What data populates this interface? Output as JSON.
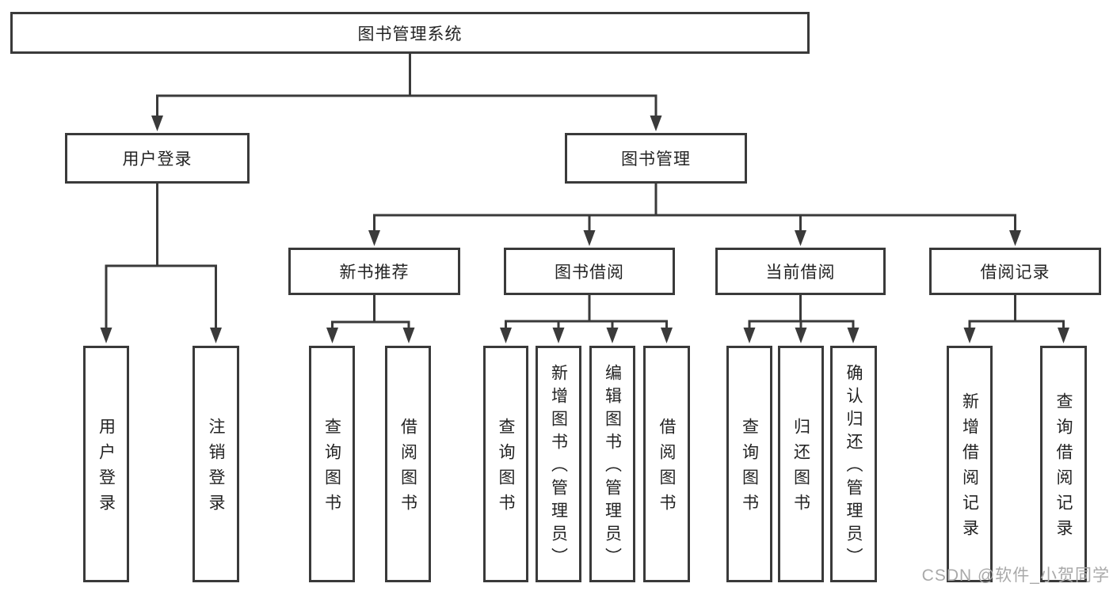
{
  "colors": {
    "line": "#3a3a3a",
    "text": "#232323",
    "watermark": "#a9a9a9",
    "background": "#ffffff"
  },
  "watermark": "CSDN @软件_小贺同学",
  "tree": {
    "root": "图书管理系统",
    "branches": [
      {
        "name": "用户登录",
        "children": [
          "用户登录",
          "注销登录"
        ]
      },
      {
        "name": "图书管理",
        "children": [
          {
            "name": "新书推荐",
            "children": [
              "查询图书",
              "借阅图书"
            ]
          },
          {
            "name": "图书借阅",
            "children": [
              "查询图书",
              "新增图书（管理员）",
              "编辑图书（管理员）",
              "借阅图书"
            ]
          },
          {
            "name": "当前借阅",
            "children": [
              "查询图书",
              "归还图书",
              "确认归还（管理员）"
            ]
          },
          {
            "name": "借阅记录",
            "children": [
              "新增借阅记录",
              "查询借阅记录"
            ]
          }
        ]
      }
    ]
  }
}
